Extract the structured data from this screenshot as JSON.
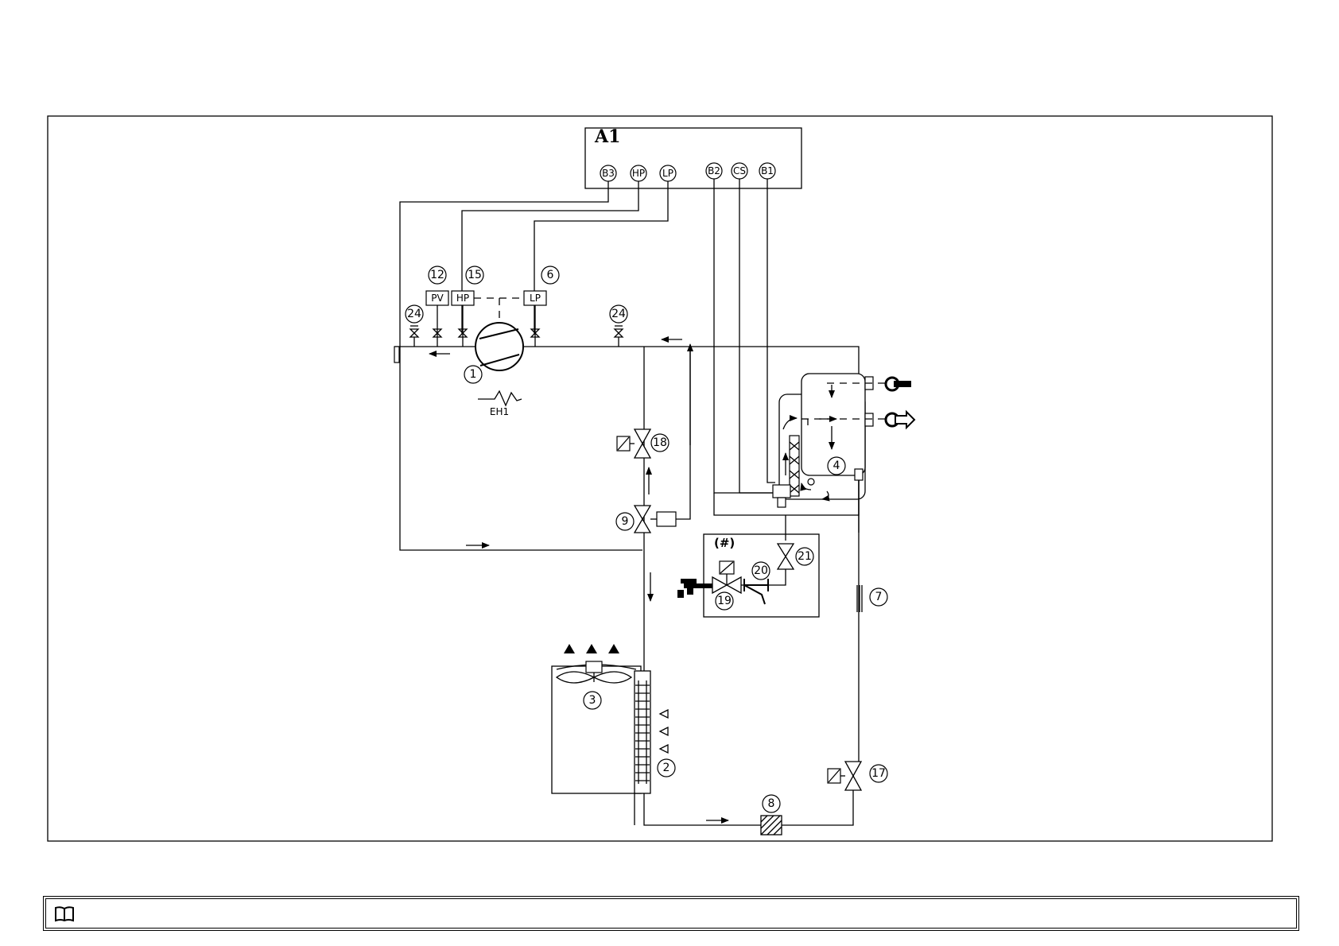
{
  "controller": {
    "title": "A1",
    "ports": [
      "B3",
      "HP",
      "LP",
      "B2",
      "CS",
      "B1"
    ]
  },
  "components": {
    "compressor": "1",
    "condenser_coil": "2",
    "fan": "3",
    "humidifier": "4",
    "lp_switch": "6",
    "humidity_sensor": "7",
    "filter_drier": "8",
    "expansion_valve": "9",
    "pv_transducer": "12",
    "hp_switch": "15",
    "solenoid_17": "17",
    "solenoid_18": "18",
    "solenoid_19": "19",
    "strainer_20": "20",
    "valve_21": "21",
    "service_valve_left": "24",
    "service_valve_right": "24"
  },
  "labels": {
    "pv": "PV",
    "hp": "HP",
    "lp": "LP",
    "heater": "EH1",
    "optional": "(#)"
  },
  "icons": [
    "book-icon",
    "inlet-icon",
    "outlet-icon",
    "water-tap-icon"
  ]
}
